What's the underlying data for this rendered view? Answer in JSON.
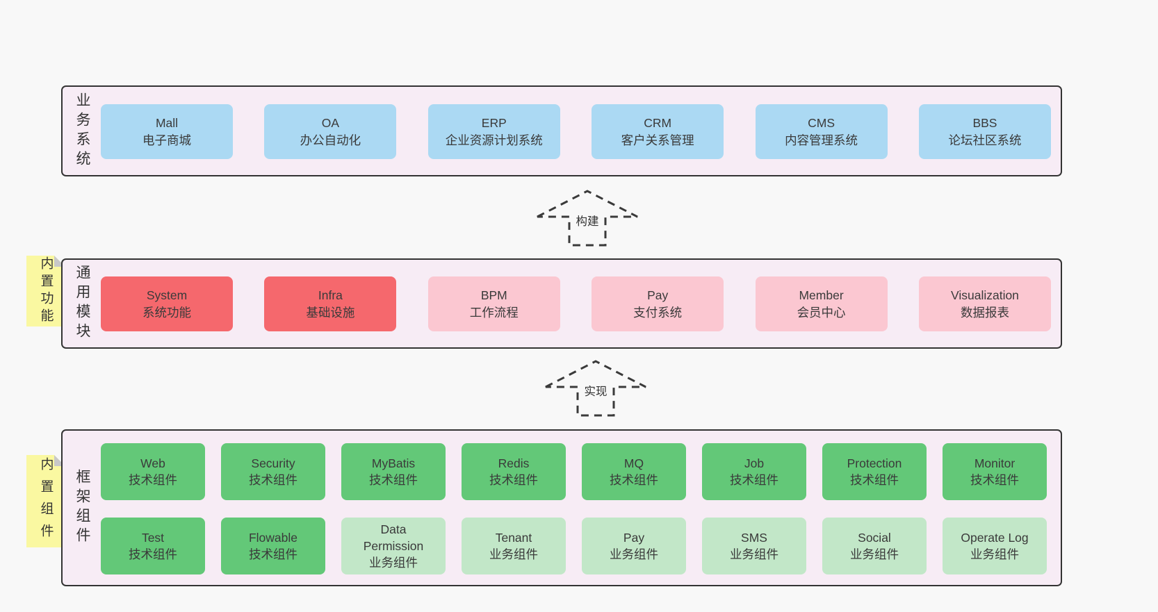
{
  "colors": {
    "page_bg": "#f8f8f8",
    "container_bg": "#f7ecf5",
    "container_border": "#333333",
    "box_blue": "#abd9f3",
    "box_red": "#f5686d",
    "box_pink": "#fbc7d1",
    "box_green": "#63c878",
    "box_lightgreen": "#c2e7c8",
    "note_bg": "#faf8a1",
    "note_fold": "#c8c8c8",
    "text": "#3a3a3a"
  },
  "layers": {
    "business": {
      "label": "业务系统",
      "boxes": [
        {
          "title": "Mall",
          "subtitle": "电子商城",
          "variant": "blue"
        },
        {
          "title": "OA",
          "subtitle": "办公自动化",
          "variant": "blue"
        },
        {
          "title": "ERP",
          "subtitle": "企业资源计划系统",
          "variant": "blue"
        },
        {
          "title": "CRM",
          "subtitle": "客户关系管理",
          "variant": "blue"
        },
        {
          "title": "CMS",
          "subtitle": "内容管理系统",
          "variant": "blue"
        },
        {
          "title": "BBS",
          "subtitle": "论坛社区系统",
          "variant": "blue"
        }
      ]
    },
    "modules": {
      "label": "通用模块",
      "note": "内置功能",
      "boxes": [
        {
          "title": "System",
          "subtitle": "系统功能",
          "variant": "red"
        },
        {
          "title": "Infra",
          "subtitle": "基础设施",
          "variant": "red"
        },
        {
          "title": "BPM",
          "subtitle": "工作流程",
          "variant": "pink"
        },
        {
          "title": "Pay",
          "subtitle": "支付系统",
          "variant": "pink"
        },
        {
          "title": "Member",
          "subtitle": "会员中心",
          "variant": "pink"
        },
        {
          "title": "Visualization",
          "subtitle": "数据报表",
          "variant": "pink"
        }
      ]
    },
    "components": {
      "label": "框架组件",
      "note": "内置组件",
      "rows": [
        [
          {
            "title": "Web",
            "subtitle": "技术组件",
            "variant": "green"
          },
          {
            "title": "Security",
            "subtitle": "技术组件",
            "variant": "green"
          },
          {
            "title": "MyBatis",
            "subtitle": "技术组件",
            "variant": "green"
          },
          {
            "title": "Redis",
            "subtitle": "技术组件",
            "variant": "green"
          },
          {
            "title": "MQ",
            "subtitle": "技术组件",
            "variant": "green"
          },
          {
            "title": "Job",
            "subtitle": "技术组件",
            "variant": "green"
          },
          {
            "title": "Protection",
            "subtitle": "技术组件",
            "variant": "green"
          },
          {
            "title": "Monitor",
            "subtitle": "技术组件",
            "variant": "green"
          }
        ],
        [
          {
            "title": "Test",
            "subtitle": "技术组件",
            "variant": "green"
          },
          {
            "title": "Flowable",
            "subtitle": "技术组件",
            "variant": "green"
          },
          {
            "title": "Data Permission",
            "subtitle": "业务组件",
            "variant": "lightgreen"
          },
          {
            "title": "Tenant",
            "subtitle": "业务组件",
            "variant": "lightgreen"
          },
          {
            "title": "Pay",
            "subtitle": "业务组件",
            "variant": "lightgreen"
          },
          {
            "title": "SMS",
            "subtitle": "业务组件",
            "variant": "lightgreen"
          },
          {
            "title": "Social",
            "subtitle": "业务组件",
            "variant": "lightgreen"
          },
          {
            "title": "Operate Log",
            "subtitle": "业务组件",
            "variant": "lightgreen"
          }
        ]
      ]
    }
  },
  "arrows": [
    {
      "label": "构建"
    },
    {
      "label": "实现"
    }
  ]
}
